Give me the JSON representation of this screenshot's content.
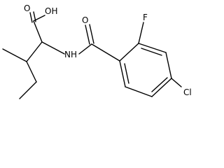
{
  "molecule": {
    "atom_labels": {
      "hydroxyl": "OH",
      "acid_carbonyl_oxygen": "O",
      "amide_carbonyl_oxygen": "O",
      "amide_nitrogen": "NH",
      "fluorine": "F",
      "chlorine": "Cl"
    }
  }
}
